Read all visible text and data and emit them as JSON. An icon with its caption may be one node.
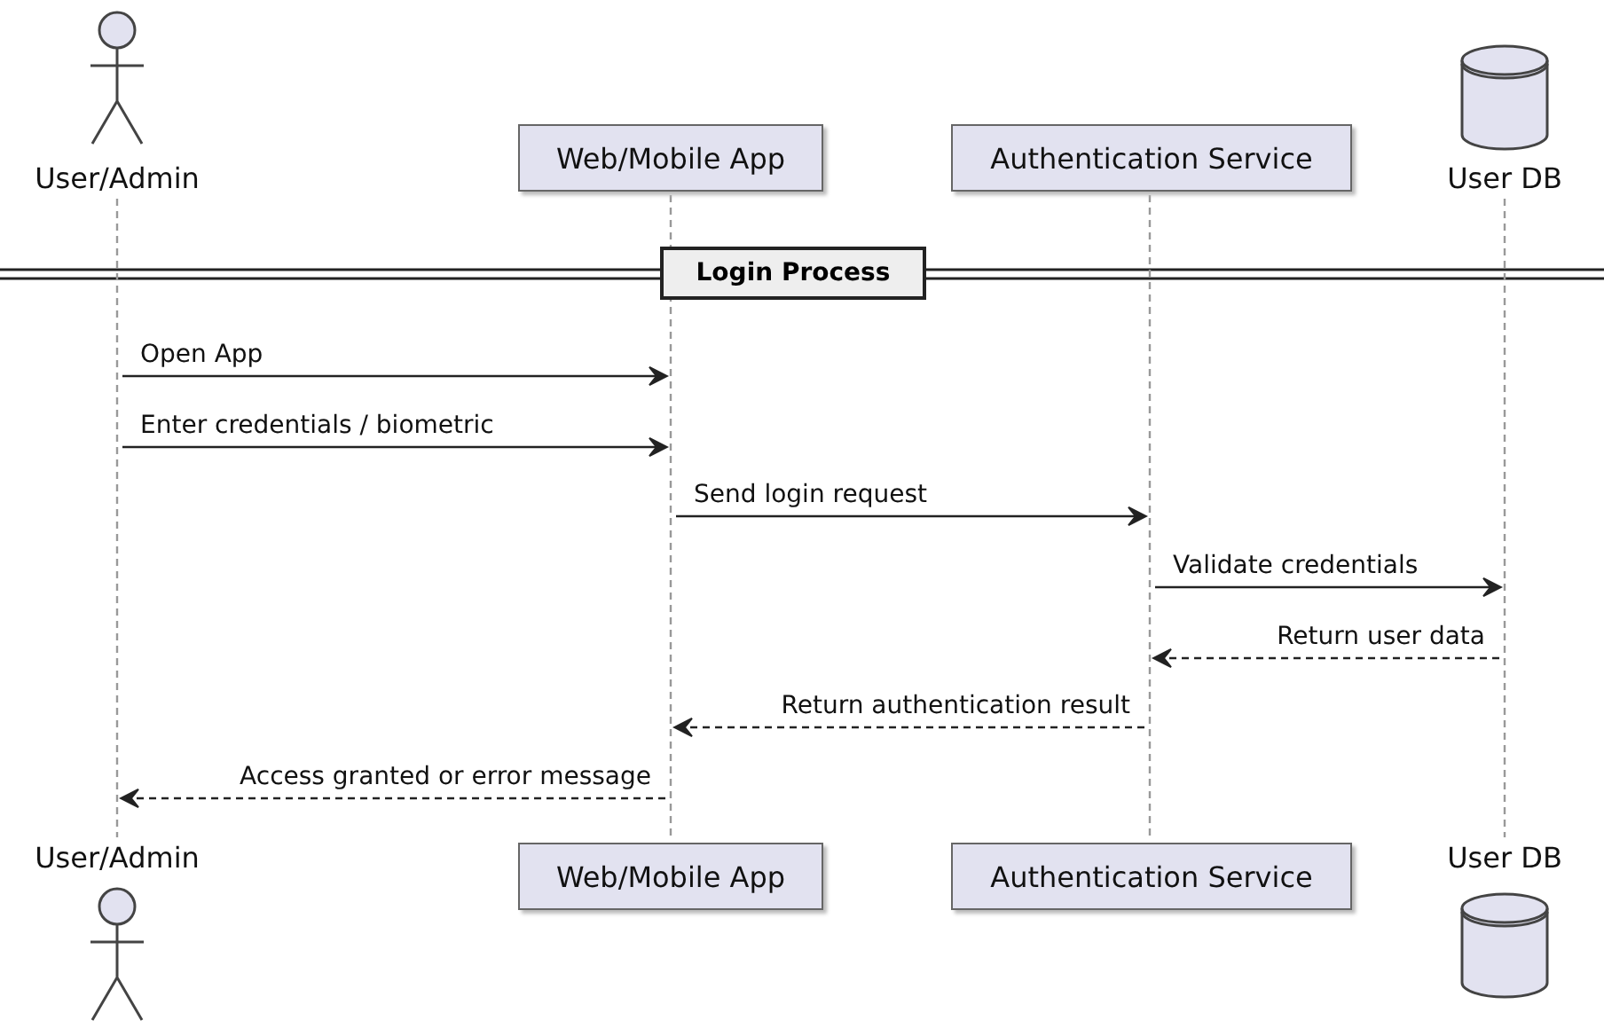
{
  "diagram": {
    "nodes": [
      {
        "text": [
          "User/Admin"
        ]
      },
      {
        "text": [
          "Web/Mobile App"
        ]
      },
      {
        "text": [
          "Authentication Service"
        ]
      },
      {
        "text": [
          "User DB"
        ]
      },
      {
        "text": [
          "Login Process"
        ]
      },
      {
        "text": [
          "User/Admin"
        ]
      },
      {
        "text": [
          "Web/Mobile App"
        ]
      },
      {
        "text": [
          "Authentication Service"
        ]
      },
      {
        "text": [
          "User DB"
        ]
      },
      {
        "text": [],
        "shape": "line"
      },
      {
        "text": [],
        "shape": "line"
      },
      {
        "text": [],
        "shape": "line"
      },
      {
        "text": [],
        "shape": "line"
      }
    ],
    "edges": [
      {
        "from": 9,
        "to": 10,
        "arrow": "to",
        "label": "Open App"
      },
      {
        "from": 9,
        "to": 10,
        "arrow": "to",
        "label": "Enter credentials / biometric"
      },
      {
        "from": 10,
        "to": 11,
        "arrow": "to",
        "label": "Send login request"
      },
      {
        "from": 11,
        "to": 12,
        "arrow": "to",
        "label": "Validate credentials"
      },
      {
        "from": 12,
        "to": 11,
        "arrow": "to",
        "label": "Return user data",
        "style": "dashed"
      },
      {
        "from": 11,
        "to": 10,
        "arrow": "to",
        "label": "Return authentication result",
        "style": "dashed"
      },
      {
        "from": 10,
        "to": 9,
        "arrow": "to",
        "label": "Access granted or error message",
        "style": "dashed"
      }
    ]
  }
}
